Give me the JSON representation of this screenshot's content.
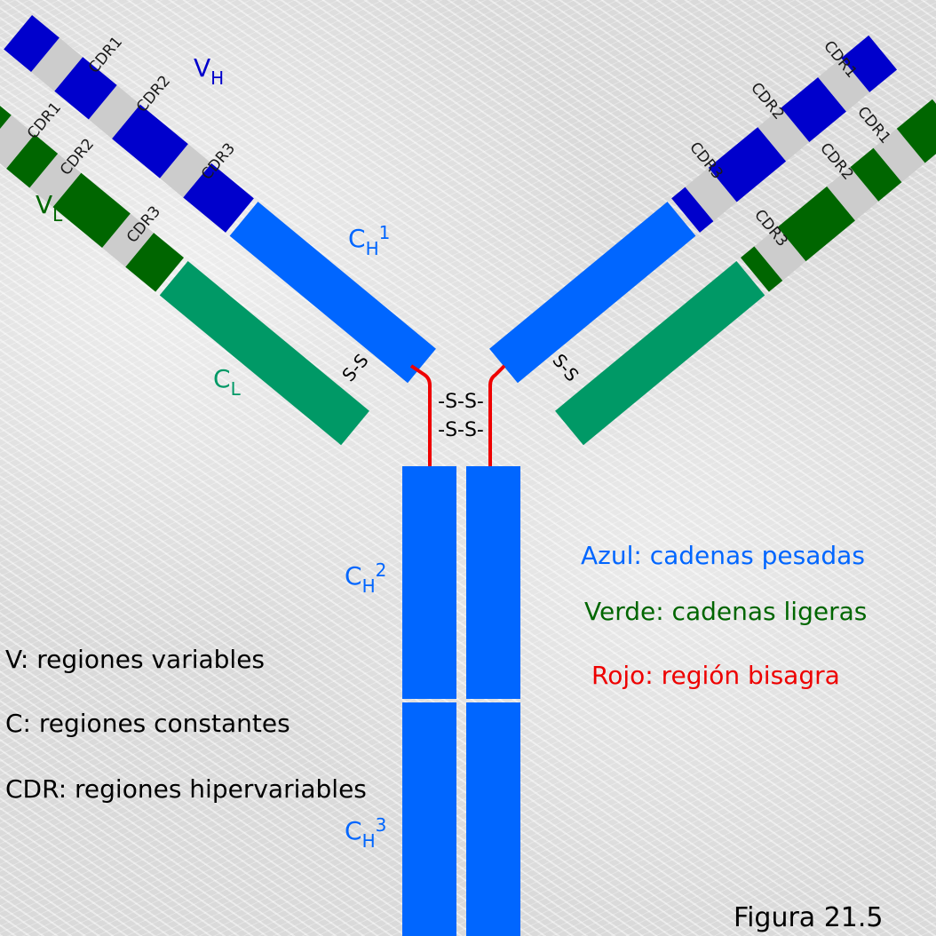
{
  "labels": {
    "cdr1": "CDR1",
    "cdr2": "CDR2",
    "cdr3": "CDR3",
    "v_h_main": "V",
    "v_h_sub": "H",
    "v_l_main": "V",
    "v_l_sub": "L",
    "c_h1_main": "C",
    "c_h1_sub": "H",
    "c_h1_sup": "1",
    "c_l_main": "C",
    "c_l_sub": "L",
    "c_h2_main": "C",
    "c_h2_sub": "H",
    "c_h2_sup": "2",
    "c_h3_main": "C",
    "c_h3_sub": "H",
    "c_h3_sup": "3",
    "disulfide": "S-S",
    "hinge_ss": "-S-S-"
  },
  "legend": {
    "blue": "Azul: cadenas pesadas",
    "green": "Verde: cadenas ligeras",
    "red": "Rojo: región bisagra",
    "v": "V: regiones variables",
    "c": "C: regiones constantes",
    "cdr": "CDR: regiones hipervariables"
  },
  "figure_label": "Figura 21.5",
  "colors": {
    "heavy_variable": "#0000cc",
    "heavy_constant": "#0066ff",
    "light_variable": "#006600",
    "light_constant": "#009966",
    "hinge": "#ee0000",
    "cdr_box": "#cccccc",
    "legend_blue": "#0066ff",
    "legend_green": "#006600",
    "legend_red": "#ee0000"
  }
}
